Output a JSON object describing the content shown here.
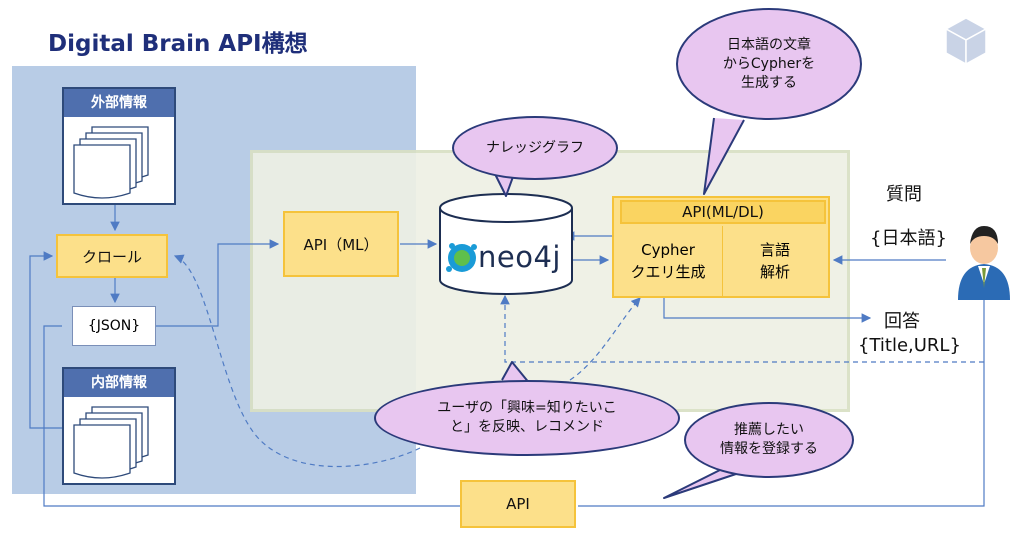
{
  "title": "Digital Brain API構想",
  "external_info": "外部情報",
  "internal_info": "内部情報",
  "crawl": "クロール",
  "json": "{JSON}",
  "api_ml": "API（ML）",
  "neo4j": "neo4j",
  "api_ml_dl": "API(ML/DL)",
  "cypher_line1": "Cypher",
  "cypher_line2": "クエリ生成",
  "lang_line1": "言語",
  "lang_line2": "解析",
  "question": "質問",
  "question_sub": "{日本語}",
  "answer": "回答",
  "answer_sub": "{Title,URL}",
  "api_bottom": "API",
  "bubble_kg": "ナレッジグラフ",
  "bubble_cypher_1": "日本語の文章",
  "bubble_cypher_2": "からCypherを",
  "bubble_cypher_3": "生成する",
  "bubble_interest_1": "ユーザの「興味=知りたいこ",
  "bubble_interest_2": "と」を反映、レコメンド",
  "bubble_recommend_1": "推薦したい",
  "bubble_recommend_2": "情報を登録する",
  "colors": {
    "navy": "#1f2f7a",
    "yellow": "#fce08a",
    "blue_panel": "#b8cce6",
    "bubble": "#e8c6f0",
    "arrow": "#4f7bc4"
  }
}
